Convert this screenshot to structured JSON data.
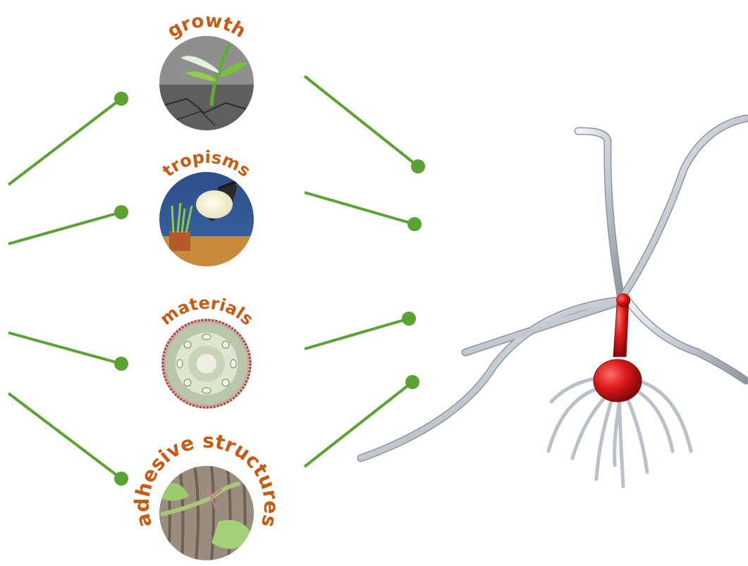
{
  "colors": {
    "connector": "#5aa332",
    "label": "#c85a12",
    "robot_body": "#d81818",
    "robot_root": "#c9ced4"
  },
  "features": [
    {
      "key": "growth",
      "label": "growth",
      "image": "seedling-cracked-ground"
    },
    {
      "key": "tropisms",
      "label": "tropisms",
      "image": "plant-under-lamp"
    },
    {
      "key": "materials",
      "label": "materials",
      "image": "stem-cross-section"
    },
    {
      "key": "adhesive",
      "label": "adhesive structures",
      "image": "tendril-on-bark"
    }
  ],
  "robot": {
    "image": "plant-root-robot"
  }
}
